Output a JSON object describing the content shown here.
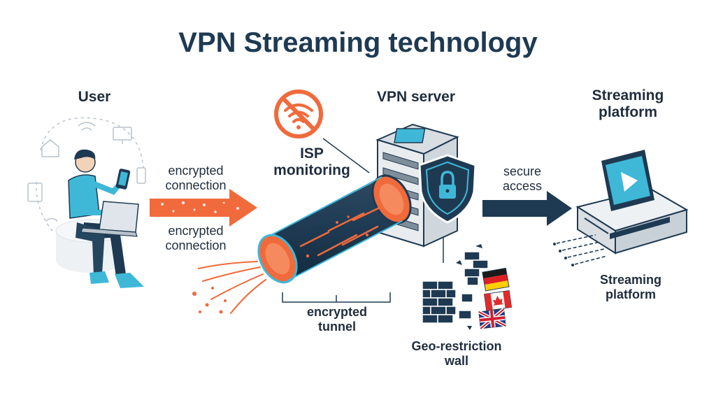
{
  "title": "VPN Streaming technology",
  "labels": {
    "user": "User",
    "vpn_server": "VPN server",
    "streaming_platform_top": "Streaming platform",
    "isp_monitoring": "ISP monitoring",
    "encrypted_connection_1": "encrypted connection",
    "encrypted_connection_2": "encrypted connection",
    "secure_access": "secure access",
    "encrypted_tunnel": "encrypted tunnel",
    "geo_restriction_wall": "Geo-restriction wall",
    "streaming_platform_bottom": "Streaming platform"
  },
  "colors": {
    "navy": "#1e3a52",
    "orange": "#f06a3c",
    "cyan": "#3fb8d8",
    "gray": "#d9dee3"
  },
  "icons": [
    "user-icon",
    "laptop-icon",
    "phone-icon",
    "no-wifi-icon",
    "server-icon",
    "shield-lock-icon",
    "tunnel-icon",
    "brick-wall-icon",
    "germany-flag-icon",
    "canada-flag-icon",
    "uk-flag-icon",
    "streaming-device-icon",
    "play-icon"
  ]
}
